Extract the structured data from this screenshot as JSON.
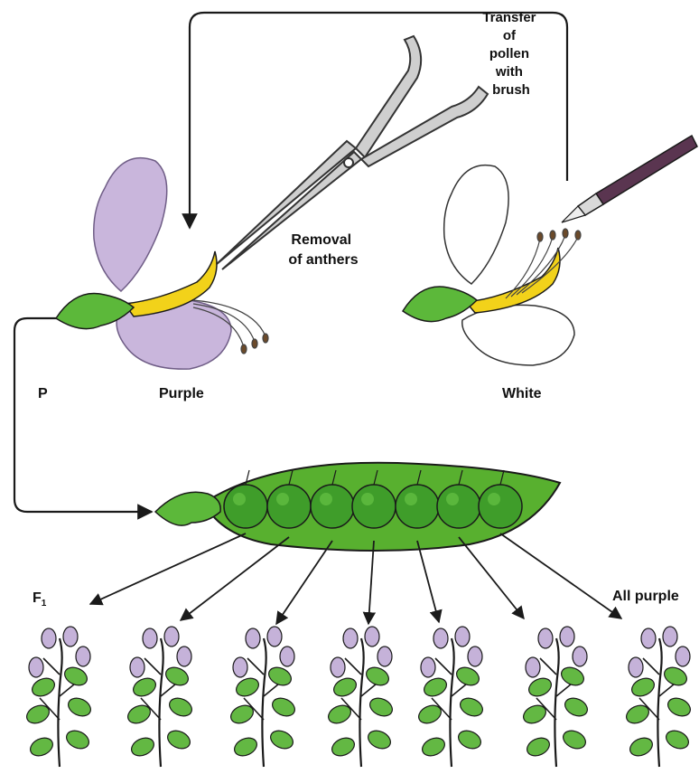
{
  "labels": {
    "transfer": [
      "Transfer",
      "of",
      "pollen",
      "with",
      "brush"
    ],
    "removal": [
      "Removal",
      "of anthers"
    ],
    "p": "P",
    "purple": "Purple",
    "white": "White",
    "f1_main": "F",
    "f1_sub": "1",
    "all_purple": "All purple"
  },
  "colors": {
    "petal_purple": "#c9b6dc",
    "petal_purple_dark": "#9f89b8",
    "keel_yellow": "#f2d21a",
    "sepal_green": "#5cb83a",
    "pod_green": "#58b02f",
    "pea_green": "#3f9d2a",
    "leaf_green": "#63b843",
    "flower_lilac": "#c5b2d9",
    "line": "#1a1a1a"
  },
  "icons": {
    "scissors": "scissors-icon",
    "brush": "paintbrush-icon"
  },
  "offspring_count": 7,
  "pea_count": 7
}
